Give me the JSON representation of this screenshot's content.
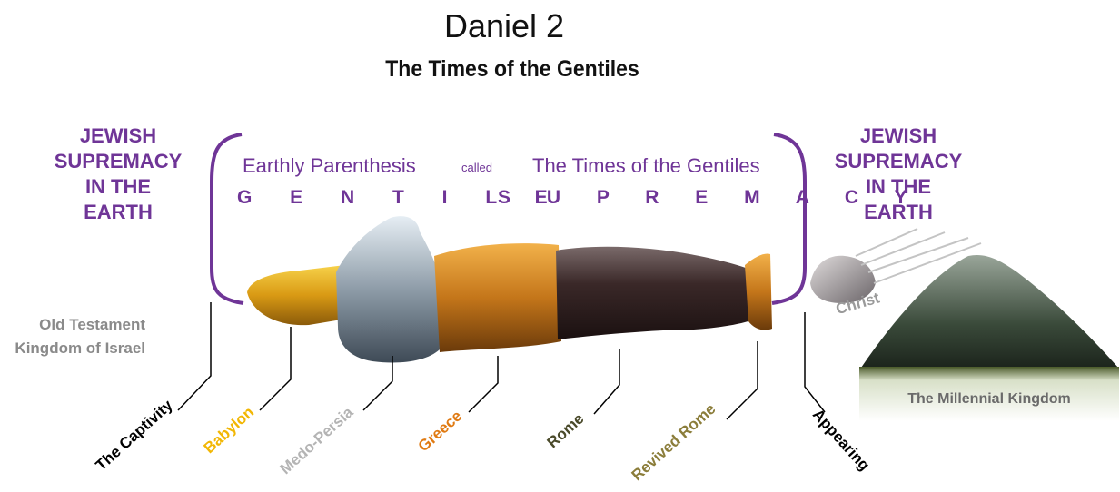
{
  "title": "Daniel 2",
  "subtitle": "The Times of the Gentiles",
  "left_panel": {
    "line1": "JEWISH",
    "line2": "SUPREMACY",
    "line3": "IN THE",
    "line4": "EARTH"
  },
  "right_panel": {
    "line1": "JEWISH",
    "line2": "SUPREMACY",
    "line3": "IN THE",
    "line4": "EARTH"
  },
  "bracket": {
    "left_phrase": "Earthly Parenthesis",
    "middle_word": "called",
    "right_phrase": "The Times of the Gentiles",
    "word1": "G E N T I L E",
    "word2": "S U P R E M A C Y"
  },
  "old_testament": {
    "line1": "Old Testament",
    "line2": "Kingdom of Israel"
  },
  "stone_label": "Christ",
  "mountain_label": "The Millennial Kingdom",
  "timeline": [
    {
      "label": "The Captivity",
      "color": "#000000"
    },
    {
      "label": "Babylon",
      "color": "#f2b705"
    },
    {
      "label": "Medo-Persia",
      "color": "#b4b4b4"
    },
    {
      "label": "Greece",
      "color": "#e07a12"
    },
    {
      "label": "Rome",
      "color": "#4a4a2a"
    },
    {
      "label": "Revived Rome",
      "color": "#8b7d3a"
    },
    {
      "label": "Appearing",
      "color": "#000000"
    }
  ],
  "colors": {
    "purple": "#6f3597",
    "gold": "#d9a21a",
    "silver": "#9aa8b4",
    "bronze": "#c27a1a",
    "iron": "#3a2a2a"
  }
}
